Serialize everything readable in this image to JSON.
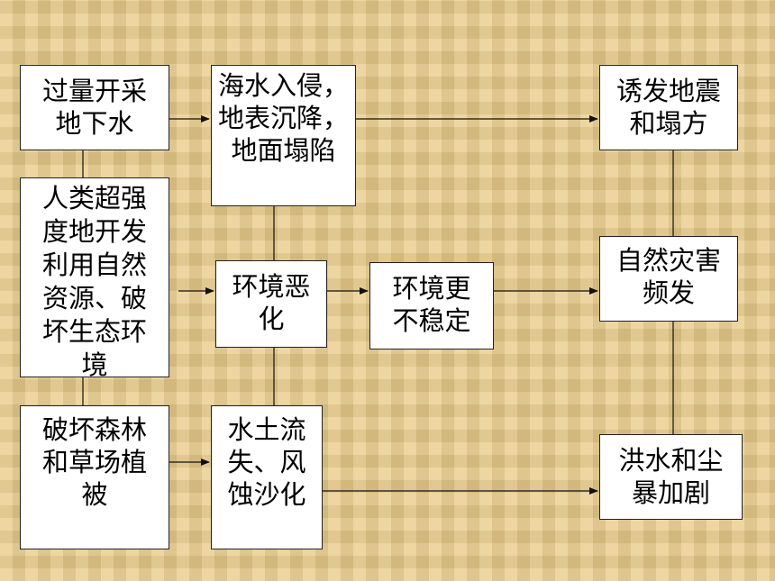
{
  "boxes": {
    "overexploit": "过量开采\n地下水",
    "human": "人类超强\n度地开发\n利用自然\n资源、破\n坏生态环\n境",
    "deforest": "破坏森林\n和草场植\n被",
    "seawater": "海水入侵，\n地表沉降，\n地面塌陷",
    "worsen": "环境恶\n化",
    "erosion": "水土流\n失、风\n蚀沙化",
    "unstable": "环境更\n不稳定",
    "earthquake": "诱发地震\n和塌方",
    "disaster": "自然灾害\n频发",
    "flood": "洪水和尘\n暴加剧"
  }
}
